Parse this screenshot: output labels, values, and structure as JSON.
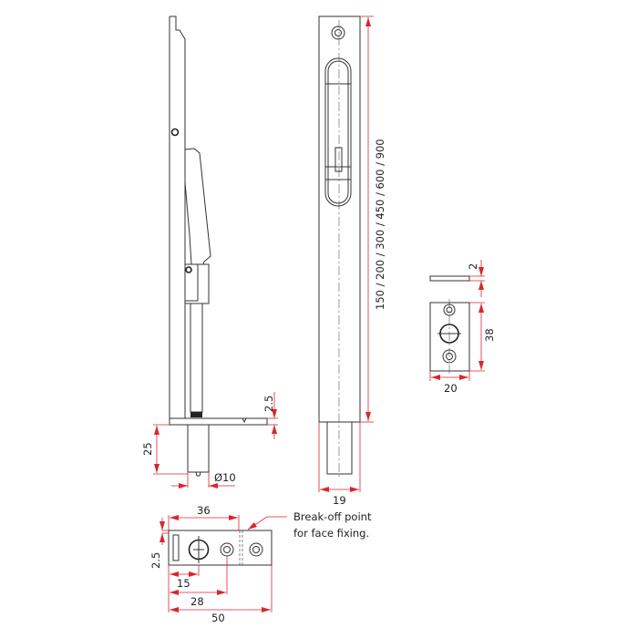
{
  "side_view": {
    "plate_thickness": "2.5",
    "bolt_projection": "25",
    "bolt_diameter": "Ø10"
  },
  "front_view": {
    "width": "19",
    "lengths": "150 / 200 / 300 / 450 / 600 / 900"
  },
  "keep": {
    "thickness": "2",
    "height": "38",
    "width": "20"
  },
  "strike": {
    "overall_to_break": "36",
    "thickness": "2.5",
    "hole1": "15",
    "hole2": "28",
    "length": "50",
    "note_line1": "Break-off point",
    "note_line2": "for face fixing."
  },
  "colors": {
    "dimension": "#d9262e",
    "outline": "#333333"
  }
}
